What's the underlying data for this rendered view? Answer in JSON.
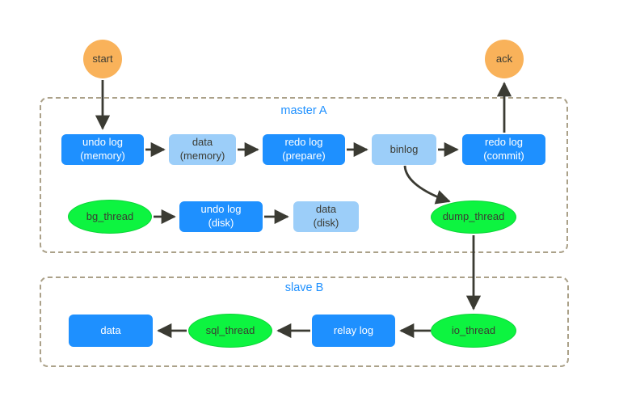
{
  "diagram": {
    "groups": {
      "master": {
        "label": "master A"
      },
      "slave": {
        "label": "slave B"
      }
    },
    "nodes": {
      "start": {
        "label": "start"
      },
      "ack": {
        "label": "ack"
      },
      "undo_log_memory": {
        "label": "undo log\n(memory)"
      },
      "data_memory": {
        "label": "data\n(memory)"
      },
      "redo_log_prepare": {
        "label": "redo log\n(prepare)"
      },
      "binlog": {
        "label": "binlog"
      },
      "redo_log_commit": {
        "label": "redo log\n(commit)"
      },
      "bg_thread": {
        "label": "bg_thread"
      },
      "undo_log_disk": {
        "label": "undo log\n(disk)"
      },
      "data_disk": {
        "label": "data\n(disk)"
      },
      "dump_thread": {
        "label": "dump_thread"
      },
      "data_slave": {
        "label": "data"
      },
      "sql_thread": {
        "label": "sql_thread"
      },
      "relay_log": {
        "label": "relay log"
      },
      "io_thread": {
        "label": "io_thread"
      }
    },
    "colors": {
      "node_primary_blue": "#1E90FF",
      "node_light_blue": "#9CCEF9",
      "node_green": "#0DF440",
      "node_orange": "#F9B25A",
      "group_border": "#ABA189",
      "group_label_blue": "#1E90FF",
      "arrow": "#3B3B33"
    }
  }
}
